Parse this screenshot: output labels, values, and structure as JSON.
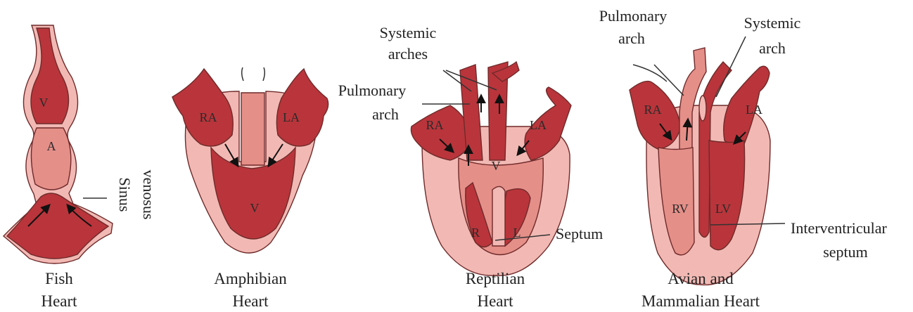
{
  "hearts": {
    "fish": {
      "caption_line1": "Fish",
      "caption_line2": "Heart",
      "chamber_v": "V",
      "chamber_a": "A",
      "sinus_line1": "Sinus",
      "sinus_line2": "venosus"
    },
    "amphibian": {
      "caption_line1": "Amphibian",
      "caption_line2": "Heart",
      "ra": "RA",
      "la": "LA",
      "v": "V"
    },
    "reptilian": {
      "caption_line1": "Reptilian",
      "caption_line2": "Heart",
      "ra": "RA",
      "la": "LA",
      "v": "V",
      "r": "R",
      "l": "L",
      "systemic_line1": "Systemic",
      "systemic_line2": "arches",
      "pulmonary_line1": "Pulmonary",
      "pulmonary_line2": "arch",
      "septum": "Septum"
    },
    "avian": {
      "caption_line1": "Avian and",
      "caption_line2": "Mammalian Heart",
      "ra": "RA",
      "la": "LA",
      "rv": "RV",
      "lv": "LV",
      "pulmonary_line1": "Pulmonary",
      "pulmonary_line2": "arch",
      "systemic_line1": "Systemic",
      "systemic_line2": "arch",
      "septum_line1": "Interventricular",
      "septum_line2": "septum"
    }
  },
  "colors": {
    "pale_tissue": "#f2b9b4",
    "mid_tissue": "#e58f89",
    "dark_chamber": "#b9353b"
  }
}
